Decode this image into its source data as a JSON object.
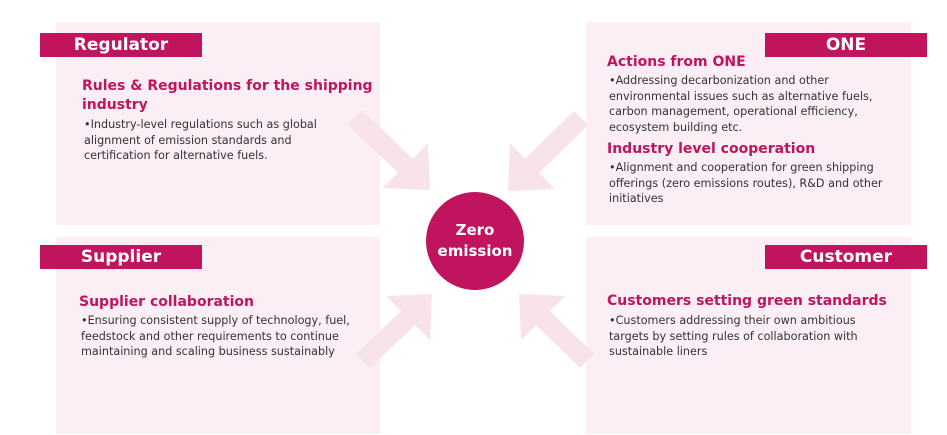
{
  "center": {
    "line1": "Zero",
    "line2": "emission"
  },
  "quadrants": {
    "regulator": {
      "tag": "Regulator",
      "heading": "Rules & Regulations for the shipping industry",
      "body": "•Industry-level regulations such as global alignment of emission standards and certification for alternative fuels."
    },
    "one": {
      "tag": "ONE",
      "heading1": "Actions from ONE",
      "body1": "•Addressing decarbonization and other environmental issues such as alternative fuels, carbon management, operational efficiency, ecosystem building etc.",
      "heading2": "Industry level cooperation",
      "body2": "•Alignment and cooperation for green shipping offerings (zero emissions routes), R&D and other initiatives"
    },
    "supplier": {
      "tag": "Supplier",
      "heading": "Supplier collaboration",
      "body": "•Ensuring consistent supply of technology, fuel, feedstock and other requirements to continue maintaining and scaling business sustainably"
    },
    "customer": {
      "tag": "Customer",
      "heading": "Customers setting green standards",
      "body": "•Customers addressing their own ambitious targets by setting rules of collaboration with sustainable liners"
    }
  },
  "colors": {
    "accent": "#c0145e",
    "panel": "#fbeef4",
    "arrow": "#f8e2ec"
  }
}
